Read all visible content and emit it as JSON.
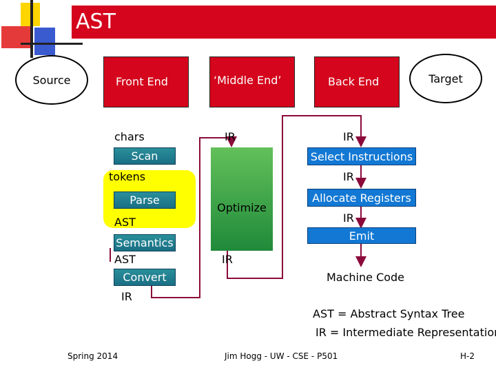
{
  "title": "AST",
  "diagram": {
    "source": "Source",
    "front_end": "Front End",
    "middle_end": "‘Middle End’",
    "back_end": "Back End",
    "target": "Target",
    "chars": "chars",
    "scan": "Scan",
    "tokens": "tokens",
    "parse": "Parse",
    "ast1": "AST",
    "semantics": "Semantics",
    "ast2": "AST",
    "convert": "Convert",
    "ir_front_out": "IR",
    "ir_middle_in": "IR",
    "optimize": "Optimize",
    "ir_middle_out": "IR",
    "ir_back_in": "IR",
    "select_instructions": "Select Instructions",
    "ir_after_select": "IR",
    "allocate_registers": "Allocate Registers",
    "ir_after_alloc": "IR",
    "emit": "Emit",
    "machine_code": "Machine Code"
  },
  "legend": {
    "ast_def": "AST = Abstract Syntax Tree",
    "ir_def": "IR = Intermediate Representation"
  },
  "footer": {
    "left": "Spring 2014",
    "center": "Jim Hogg - UW - CSE - P501",
    "right": "H-2"
  },
  "colors": {
    "title_red": "#d4051c",
    "box_red": "#d4051c",
    "box_blue": "#1278d4",
    "highlight_yellow": "#ffff00",
    "optimize_green": "#2f9a45",
    "arrow": "#8b0a3a"
  }
}
